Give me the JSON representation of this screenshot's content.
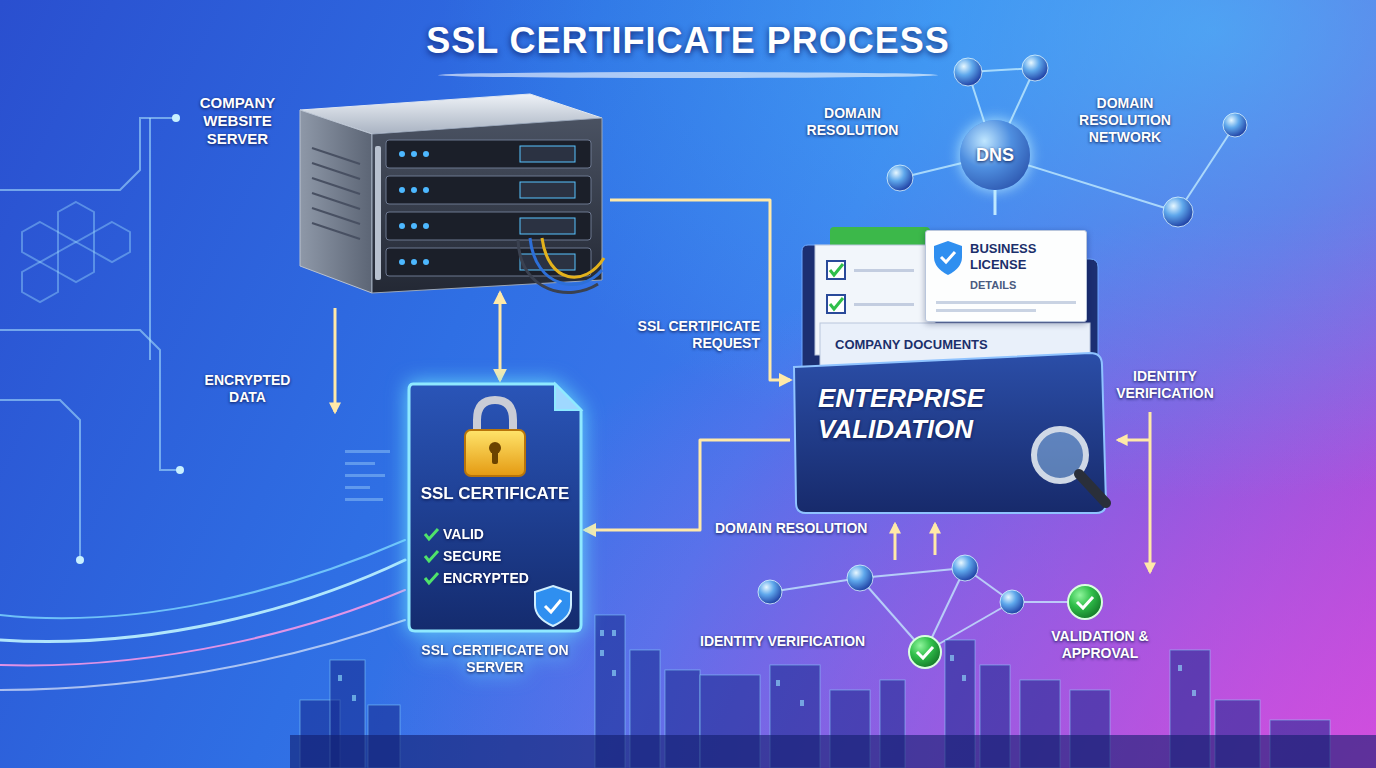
{
  "diagram": {
    "title": "SSL CERTIFICATE PROCESS",
    "nodes": [
      {
        "text": [
          "COMPANY WEBSITE SERVER"
        ]
      },
      {
        "text": [
          "DNS"
        ]
      },
      {
        "text": [
          "ENTERPRISE VALIDATION",
          "COMPANY DOCUMENTS"
        ]
      },
      {
        "text": [
          "BUSINESS LICENSE",
          "DETAILS"
        ],
        "in": 2
      },
      {
        "text": [
          "SSL CERTIFICATE",
          "VALID",
          "SECURE",
          "ENCRYPTED",
          "SSL CERTIFICATE ON SERVER"
        ]
      }
    ],
    "edges": [
      {
        "from": 0,
        "to": 4,
        "arrow": "both"
      },
      {
        "from": 0,
        "to": 2,
        "label": "SSL CERTIFICATE REQUEST",
        "arrow": "to"
      },
      {
        "from": 2,
        "to": 4,
        "arrow": "to"
      },
      {
        "from": 1,
        "to": 2,
        "arrow": "none"
      }
    ],
    "labels": [
      "DOMAIN RESOLUTION",
      "DOMAIN RESOLUTION NETWORK",
      "ENCRYPTED DATA",
      "IDENTITY VERIFICATION",
      "DOMAIN RESOLUTION",
      "IDENTITY VERIFICATION",
      "VALIDATION & APPROVAL"
    ]
  }
}
